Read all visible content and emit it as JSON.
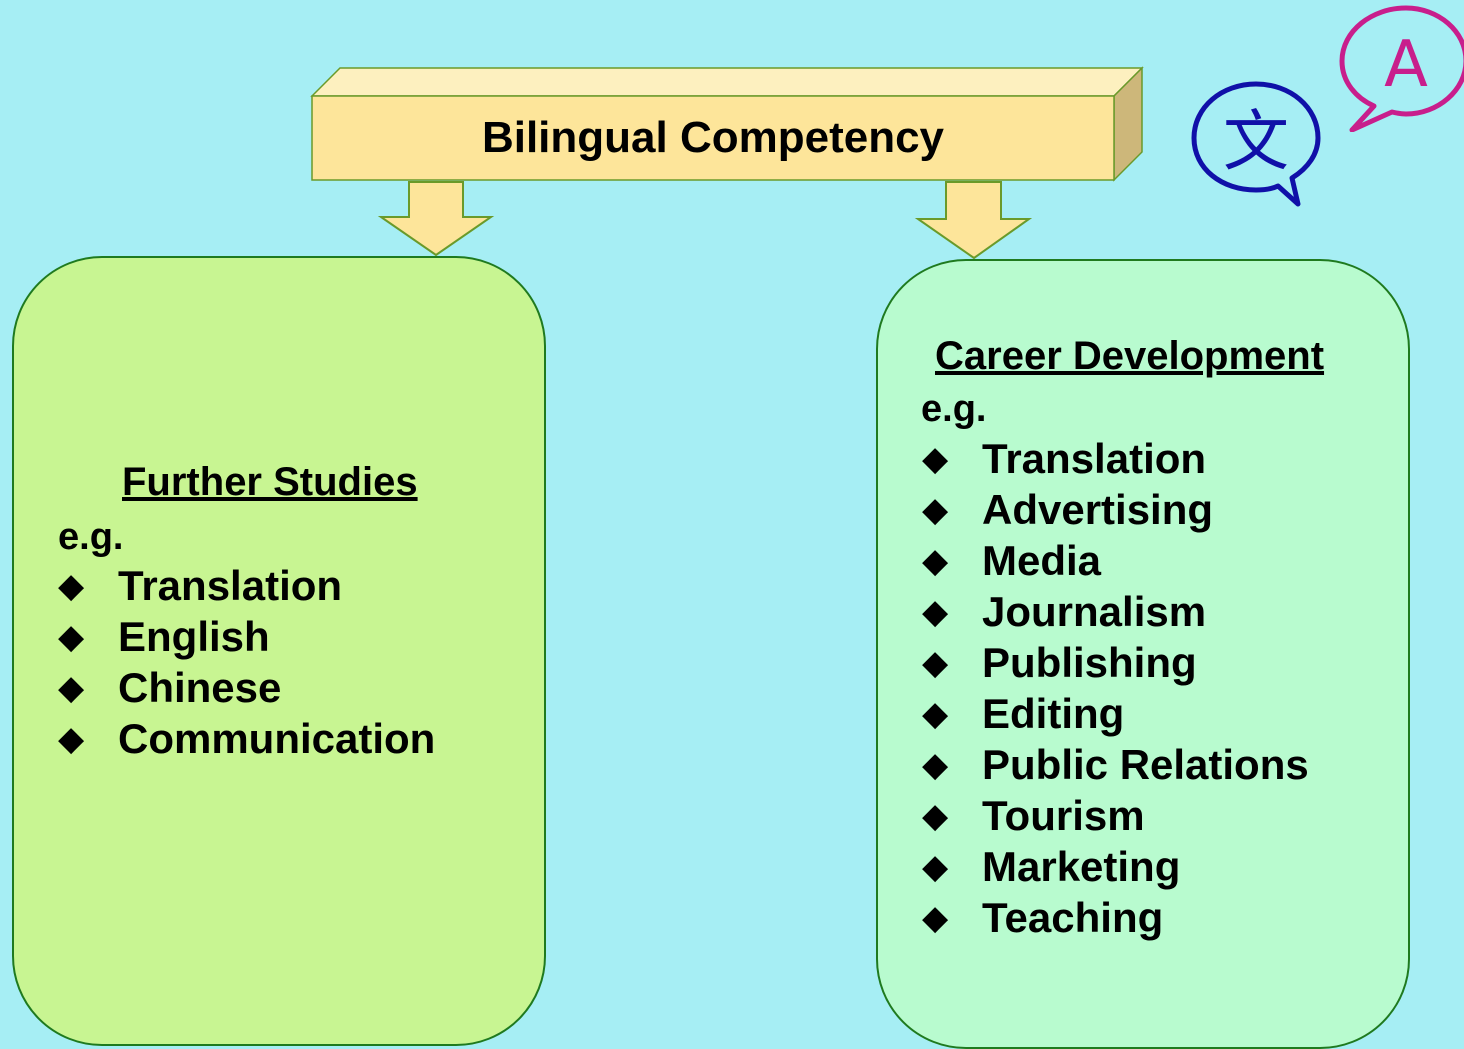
{
  "diagram": {
    "title": "Bilingual Competency",
    "left_box": {
      "heading": "Further Studies",
      "eg": "e.g.",
      "items": [
        "Translation",
        "English",
        "Chinese",
        "Communication"
      ]
    },
    "right_box": {
      "heading": "Career Development",
      "eg": "e.g.",
      "items": [
        "Translation",
        "Advertising",
        "Media",
        "Journalism",
        "Publishing",
        "Editing",
        "Public Relations",
        "Tourism",
        "Marketing",
        "Teaching"
      ]
    },
    "icons": {
      "chinese_bubble": {
        "name": "chinese-speech-bubble-icon",
        "glyph": "文"
      },
      "latin_bubble": {
        "name": "latin-speech-bubble-icon",
        "glyph": "A"
      }
    },
    "colors": {
      "background": "#a6eef4",
      "title_box": "#fde59a",
      "left_box": "#c8f592",
      "right_box": "#b8fbcf",
      "arrow": "#fde59a",
      "chinese_bubble": "#1010a8",
      "latin_bubble": "#c81e8c"
    }
  }
}
